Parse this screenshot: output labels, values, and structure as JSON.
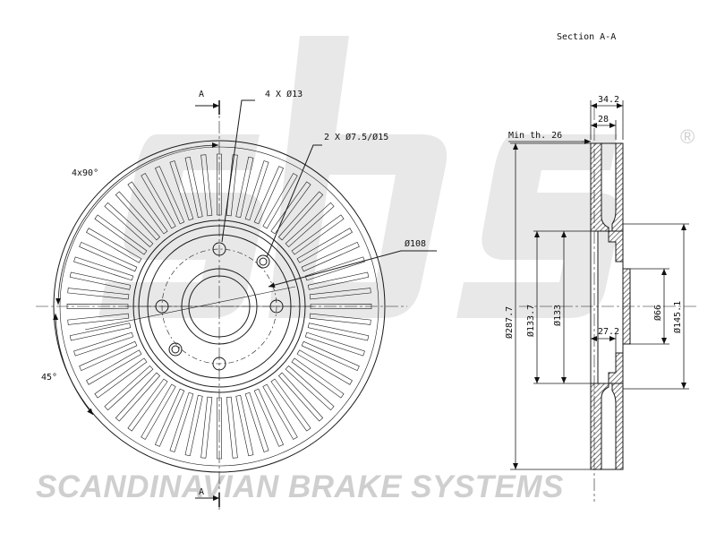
{
  "section_title": "Section A-A",
  "front_view": {
    "section_marker_top": "A",
    "section_marker_bottom": "A",
    "bolt_holes_label": "4 X Ø13",
    "pin_holes_label": "2 X Ø7.5/Ø15",
    "pcd_label": "Ø108",
    "angle_top_label": "4x90°",
    "angle_side_label": "45°"
  },
  "section_view": {
    "width_overall": "34.2",
    "width_disc": "28",
    "min_thickness": "Min th. 26",
    "dia_outer": "Ø287.7",
    "dia_133_7": "Ø133.7",
    "dia_133": "Ø133",
    "dia_66": "Ø66",
    "dia_145_1": "Ø145.1",
    "hat_depth": "27.2"
  },
  "watermark": {
    "logo_text": "sbs",
    "registered_mark": "®",
    "company_text": "SCANDINAVIAN BRAKE SYSTEMS"
  },
  "colors": {
    "line": "#1a1a1a",
    "watermark": "#cfcfcf",
    "hatch": "#555555"
  }
}
